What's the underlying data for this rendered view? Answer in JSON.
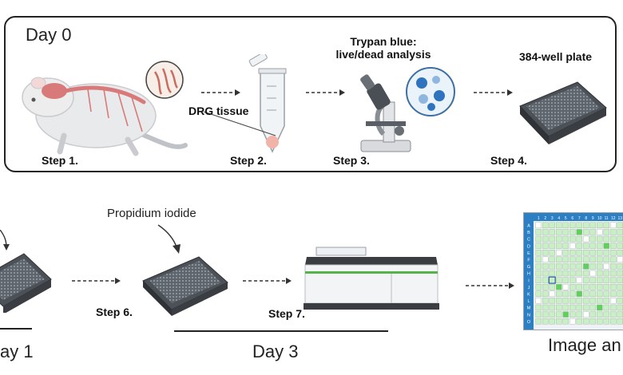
{
  "top_panel": {
    "day_label": "Day 0"
  },
  "labels": {
    "drg": "DRG tissue",
    "trypan_line1": "Trypan blue:",
    "trypan_line2": "live/dead analysis",
    "plate384": "384-well plate",
    "propidium": "Propidium iodide",
    "day1": "ay 1",
    "day3": "Day 3",
    "image_analysis": "Image an"
  },
  "steps": {
    "s1": "Step 1.",
    "s2": "Step 2.",
    "s3": "Step 3.",
    "s4": "Step 4.",
    "s6": "Step 6.",
    "s7": "Step 7."
  },
  "plate_grid": {
    "column_headers": [
      "1",
      "2",
      "3",
      "4",
      "5",
      "6",
      "7",
      "8",
      "9",
      "10",
      "11",
      "12",
      "13"
    ],
    "row_headers": [
      "A",
      "B",
      "C",
      "D",
      "E",
      "F",
      "G",
      "H",
      "I",
      "J",
      "K",
      "L",
      "M",
      "N",
      "O"
    ]
  },
  "colors": {
    "border": "#222222",
    "arrow": "#333333",
    "plate_dark": "#3a3f44",
    "grid_header": "#2b7fc2",
    "well_green": "#c9efc4",
    "well_bright": "#5fd15a"
  }
}
